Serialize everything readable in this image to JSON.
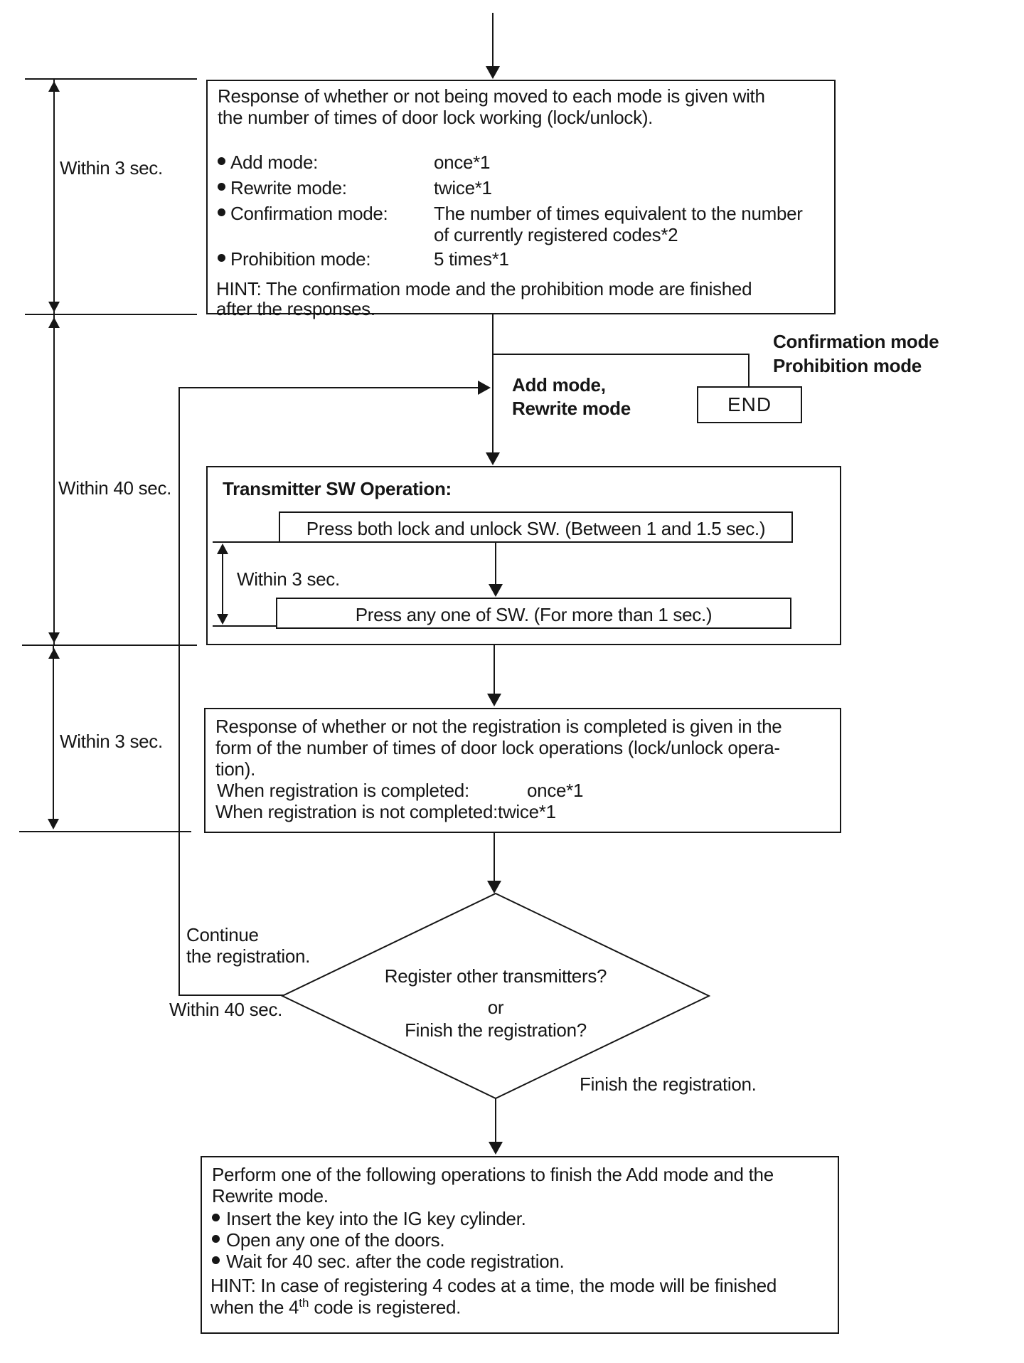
{
  "page": {
    "background": "#ffffff",
    "ink": "#161616"
  },
  "timeline": {
    "label1": "Within 3 sec.",
    "label2": "Within 40 sec.",
    "label3": "Within 3 sec."
  },
  "mode_response_box": {
    "line1": "Response of whether or not being moved to each mode is given with",
    "line2": "the number of times of door lock working (lock/unlock).",
    "bullets": [
      {
        "label": "Add mode:",
        "value": "once*1"
      },
      {
        "label": "Rewrite mode:",
        "value": "twice*1"
      },
      {
        "label": "Confirmation mode:",
        "value": "The number of times equivalent to the number",
        "value2": "of currently registered codes*2"
      },
      {
        "label": "Prohibition mode:",
        "value": "5 times*1"
      }
    ],
    "hint1": "HINT: The confirmation mode and the prohibition mode are finished",
    "hint2": "after the responses."
  },
  "branch": {
    "confirmation_mode": "Confirmation mode",
    "prohibition_mode": "Prohibition mode",
    "add_mode_line1": "Add mode,",
    "add_mode_line2": "Rewrite mode",
    "end_label": "END"
  },
  "transmitter_box": {
    "title": "Transmitter SW Operation:",
    "step1": "Press both lock and unlock SW. (Between 1 and 1.5 sec.)",
    "within": "Within 3 sec.",
    "step2": "Press any one of SW. (For more than 1 sec.)"
  },
  "registration_response_box": {
    "line1": "Response of whether or not the registration is completed is given in the",
    "line2": "form of the number of times of door lock operations (lock/unlock opera-",
    "line3": "tion).",
    "completed_label": "When registration is completed:",
    "completed_value": "once*1",
    "not_completed_line": "When registration is not completed:twice*1"
  },
  "decision": {
    "question1": "Register other transmitters?",
    "question2": "or",
    "question3": "Finish the registration?",
    "continue_line1": "Continue",
    "continue_line2": "the registration.",
    "within_40": "Within 40 sec.",
    "finish_label": "Finish the registration."
  },
  "finish_box": {
    "line1": "Perform one of the following operations to finish the Add mode and the",
    "line2": "Rewrite mode.",
    "bullets": [
      "Insert the key into the IG key cylinder.",
      "Open any one of the doors.",
      "Wait for 40 sec. after the code registration."
    ],
    "hint1": "HINT: In case of registering 4 codes at a time, the mode will be finished",
    "hint2_pre": "when the 4",
    "hint2_sup": "th",
    "hint2_post": " code is registered."
  }
}
